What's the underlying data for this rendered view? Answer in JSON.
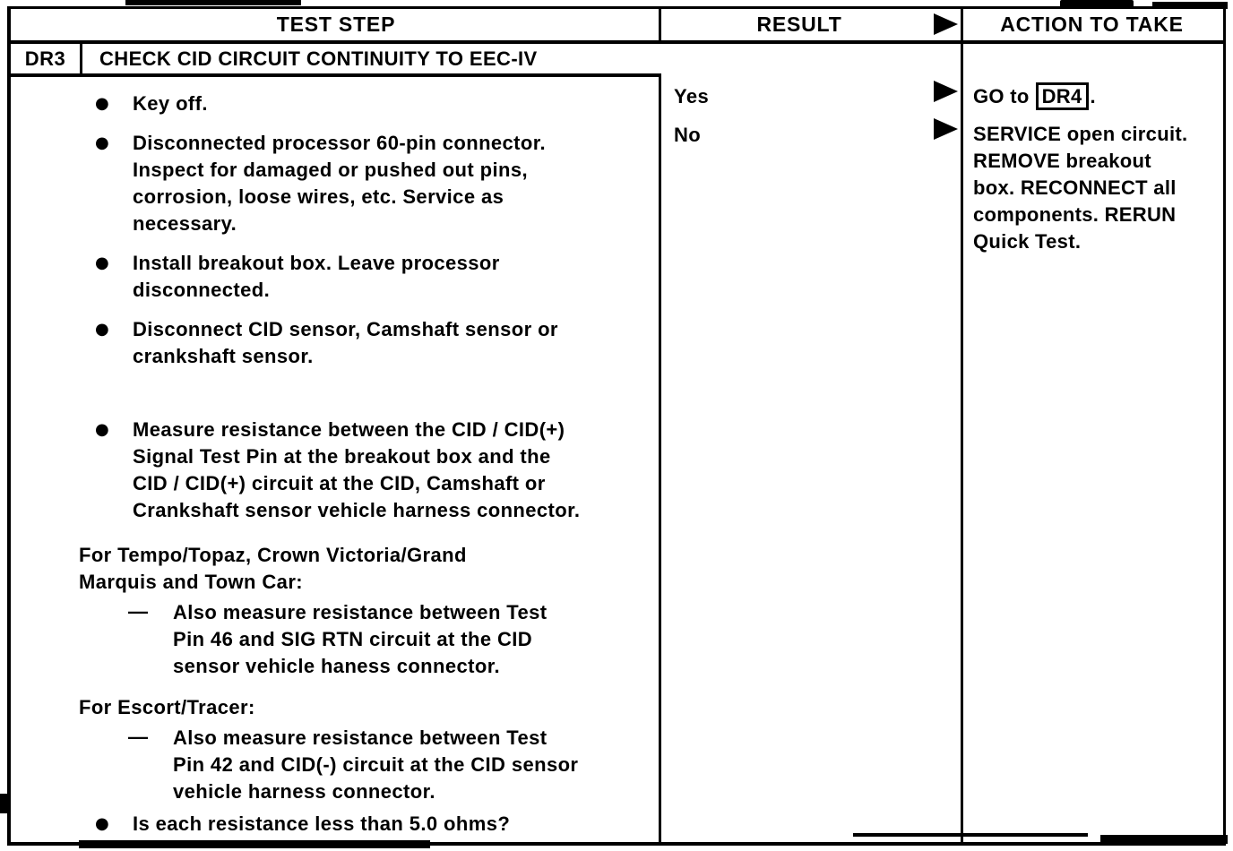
{
  "colors": {
    "ink": "#000000",
    "paper": "#ffffff"
  },
  "icons": {
    "header_arrow": "right-pointing-triangle",
    "result_arrow": "right-pointing-triangle"
  },
  "table": {
    "headers": {
      "test_step": "TEST STEP",
      "result": "RESULT",
      "action": "ACTION TO TAKE"
    },
    "step_id": "DR3",
    "step_title": "CHECK CID CIRCUIT CONTINUITY TO EEC-IV",
    "test_steps": [
      {
        "type": "bullet",
        "marker": "●",
        "text": "Key off."
      },
      {
        "type": "bullet",
        "marker": "●",
        "text": "Disconnected processor 60-pin connector.\nInspect for damaged or pushed out pins,\ncorrosion, loose wires, etc. Service as\nnecessary."
      },
      {
        "type": "bullet",
        "marker": "●",
        "text": "Install breakout box. Leave processor\ndisconnected."
      },
      {
        "type": "bullet",
        "marker": "●",
        "text": "Disconnect CID sensor, Camshaft sensor or\ncrankshaft sensor."
      },
      {
        "type": "bullet",
        "marker": "●",
        "text": "Measure resistance between the CID / CID(+)\nSignal Test Pin at the breakout box and the\nCID / CID(+) circuit at the CID, Camshaft or\nCrankshaft sensor vehicle harness connector."
      },
      {
        "type": "heading",
        "marker": "",
        "text": "For Tempo/Topaz, Crown Victoria/Grand\nMarquis and Town Car:"
      },
      {
        "type": "dash",
        "marker": "—",
        "text": "Also measure resistance between Test\nPin 46 and SIG RTN circuit at the CID\nsensor vehicle haness connector."
      },
      {
        "type": "heading",
        "marker": "",
        "text": "For Escort/Tracer:"
      },
      {
        "type": "dash",
        "marker": "—",
        "text": "Also measure resistance between Test\nPin 42 and CID(-) circuit at the CID sensor\nvehicle harness connector."
      },
      {
        "type": "bullet",
        "marker": "●",
        "text": "Is each resistance less than 5.0 ohms?"
      }
    ],
    "result_rows": [
      {
        "result": "Yes",
        "action_prefix": "GO to",
        "action_code": "DR4",
        "action_suffix": "."
      },
      {
        "result": "No",
        "action_text": "SERVICE open circuit.\nREMOVE breakout\nbox. RECONNECT all\ncomponents. RERUN\nQuick Test."
      }
    ]
  }
}
